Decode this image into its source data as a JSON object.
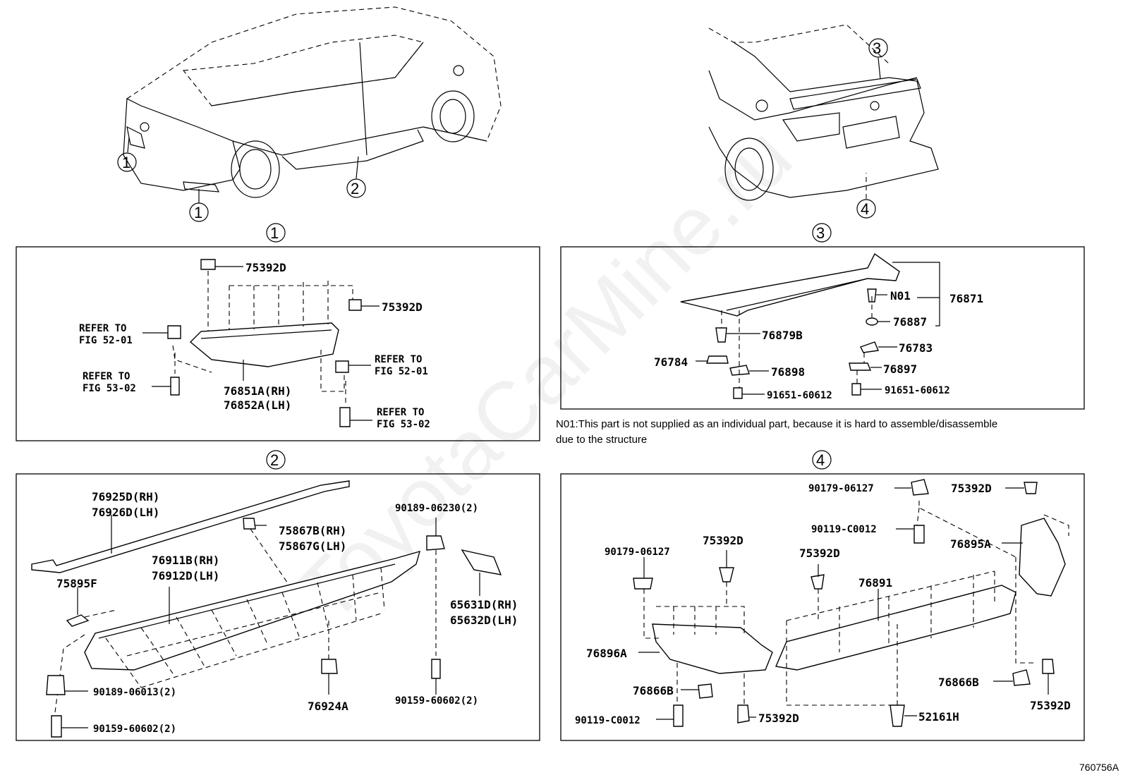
{
  "watermark": "ToyotaCarMine.ru",
  "footer_code": "760756A",
  "overview": {
    "callout_front_1a": "1",
    "callout_front_1b": "1",
    "callout_side_2": "2",
    "callout_rear_3": "3",
    "callout_rear_4": "4"
  },
  "panel1": {
    "title": "1",
    "labels": {
      "clip_top": "75392D",
      "clip_right": "75392D",
      "refer1_a": "REFER TO",
      "refer1_b": "FIG 52-01",
      "refer2_a": "REFER TO",
      "refer2_b": "FIG 53-02",
      "refer3_a": "REFER TO",
      "refer3_b": "FIG 52-01",
      "refer4_a": "REFER TO",
      "refer4_b": "FIG 53-02",
      "part_rh": "76851A(RH)",
      "part_lh": "76852A(LH)"
    }
  },
  "panel2": {
    "title": "2",
    "labels": {
      "trim_rh": "76925D(RH)",
      "trim_lh": "76926D(LH)",
      "clip_rh": "75867B(RH)",
      "clip_lh": "75867G(LH)",
      "sill_rh": "76911B(RH)",
      "sill_lh": "76912D(LH)",
      "pad": "75895F",
      "nut_top": "90189-06230(2)",
      "bracket_rh": "65631D(RH)",
      "bracket_lh": "65632D(LH)",
      "screw_right": "90159-60602(2)",
      "nut_left": "90189-06013(2)",
      "screw_left": "90159-60602(2)",
      "clip_bottom": "76924A"
    }
  },
  "panel3": {
    "title": "3",
    "labels": {
      "n01": "N01",
      "spoiler": "76871",
      "grommet": "76887",
      "fastener": "76879B",
      "pad_783": "76783",
      "pad_784": "76784",
      "pad_898": "76898",
      "pad_897": "76897",
      "screw_left": "91651-60612",
      "screw_right": "91651-60612"
    },
    "note_line1": "N01:This part is not supplied as an individual part, because it is hard to assemble/disassemble",
    "note_line2": "due to the structure"
  },
  "panel4": {
    "title": "4",
    "labels": {
      "nut_top": "90179-06127",
      "clip_top_right": "75392D",
      "screw_top": "90119-C0012",
      "side_rh": "76895A",
      "nut_left": "90179-06127",
      "clip_mid_left": "75392D",
      "clip_mid": "75392D",
      "lower_center": "76891",
      "side_lh": "76896A",
      "retainer_left": "76866B",
      "screw_bottom": "90119-C0012",
      "clip_bottom": "75392D",
      "rivet": "52161H",
      "retainer_right": "76866B",
      "clip_bottom_right": "75392D"
    }
  }
}
